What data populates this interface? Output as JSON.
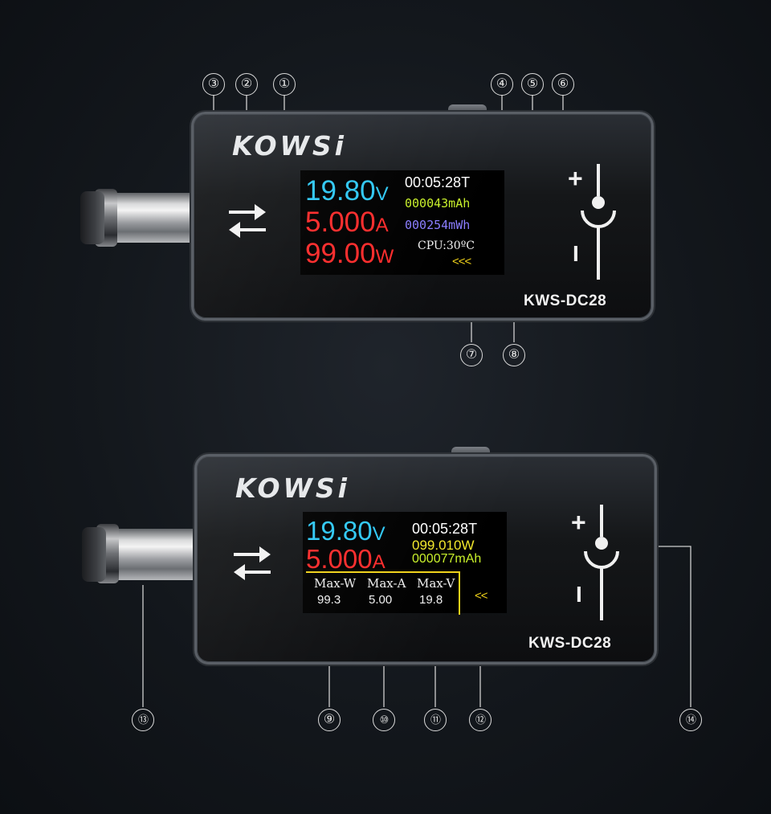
{
  "device1": {
    "brand": "KOWSi",
    "model": "KWS-DC28",
    "voltage": "19.80",
    "voltage_unit": "V",
    "current": "5.000",
    "current_unit": "A",
    "power": "99.00",
    "power_unit": "W",
    "time": "00:05:28T",
    "capacity": "000043mAh",
    "energy": "000254mWh",
    "cpu_temp": "CPU:30ºC",
    "direction_indicator": "<<<",
    "polarity_plus": "+",
    "polarity_minus": "I"
  },
  "device2": {
    "brand": "KOWSi",
    "model": "KWS-DC28",
    "voltage": "19.80",
    "voltage_unit": "V",
    "current": "5.000",
    "current_unit": "A",
    "time": "00:05:28T",
    "power": "099.010W",
    "capacity": "000077mAh",
    "max_w_label": "Max-W",
    "max_w_value": "99.3",
    "max_a_label": "Max-A",
    "max_a_value": "5.00",
    "max_v_label": "Max-V",
    "max_v_value": "19.8",
    "direction_indicator": "<<",
    "polarity_plus": "+",
    "polarity_minus": "I"
  },
  "callouts": [
    "①",
    "②",
    "③",
    "④",
    "⑤",
    "⑥",
    "⑦",
    "⑧",
    "⑨",
    "⑩",
    "⑪",
    "⑫",
    "⑬",
    "⑭"
  ],
  "colors": {
    "voltage": "#2fc8f5",
    "current": "#ff2b2b",
    "capacity": "#c8f02a",
    "energy": "#8a7dff",
    "power2": "#f3e82b",
    "indicator": "#f0d21a"
  }
}
